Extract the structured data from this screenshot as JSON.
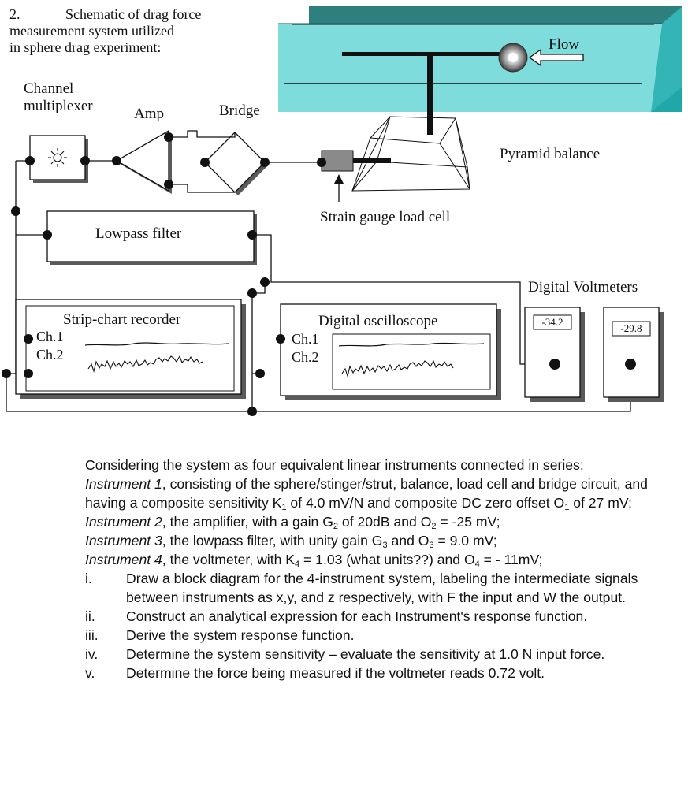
{
  "problem": {
    "number": "2.",
    "title_lines": [
      "Schematic of drag force",
      "measurement system utilized",
      "in sphere drag experiment:"
    ]
  },
  "diagram": {
    "labels": {
      "flow": "Flow",
      "channel_multiplexer": [
        "Channel",
        "multiplexer"
      ],
      "amp": "Amp",
      "bridge": "Bridge",
      "pyramid_balance": "Pyramid balance",
      "strain_gauge": "Strain gauge load cell",
      "lowpass_filter": "Lowpass filter",
      "digital_voltmeters": "Digital Voltmeters",
      "strip_chart": "Strip-chart recorder",
      "oscilloscope": "Digital oscilloscope",
      "ch1": "Ch.1",
      "ch2": "Ch.2"
    },
    "voltmeter_readings": [
      "-34.2",
      "-29.8"
    ]
  },
  "text": {
    "intro": "Considering the system as four equivalent linear instruments connected in series:",
    "instruments": [
      {
        "name": "Instrument 1",
        "pre": ", consisting of the sphere/stinger/strut, balance, load cell and bridge circuit, and having a composite sensitivity K",
        "s1": "1",
        "mid": " of 4.0 mV/N and composite DC zero offset O",
        "s2": "1",
        "post": " of 27 mV;"
      },
      {
        "name": "Instrument 2",
        "pre": ", the amplifier, with a gain G",
        "s1": "2",
        "mid": " of 20dB and O",
        "s2": "2",
        "post": " = -25 mV;"
      },
      {
        "name": "Instrument 3",
        "pre": ", the lowpass filter, with unity gain G",
        "s1": "3",
        "mid": " and O",
        "s2": "3",
        "post": " = 9.0 mV;"
      },
      {
        "name": "Instrument 4",
        "pre": ", the voltmeter, with K",
        "s1": "4",
        "mid": " = 1.03 (what units??) and O",
        "s2": "4",
        "post": " = - 11mV;"
      }
    ],
    "questions": [
      {
        "num": "i.",
        "text": "Draw a block diagram for the 4-instrument system, labeling the intermediate signals between instruments as x,y, and z respectively, with F the input and W the output."
      },
      {
        "num": "ii.",
        "text": "Construct an analytical expression for each Instrument's response function."
      },
      {
        "num": "iii.",
        "text": "Derive the system response function."
      },
      {
        "num": "iv.",
        "text": "Determine the system sensitivity – evaluate the sensitivity at 1.0 N input force."
      },
      {
        "num": "v.",
        "text": "Determine the force being measured if the voltmeter reads 0.72 volt."
      }
    ]
  }
}
